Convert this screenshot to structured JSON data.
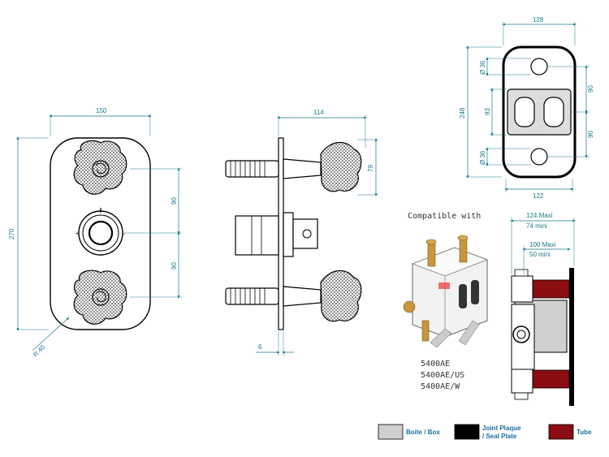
{
  "front_view": {
    "width_label": "150",
    "height_label": "270",
    "spacing_top_label": "90",
    "spacing_bottom_label": "90",
    "radius_label": "R 40"
  },
  "side_view": {
    "depth_label": "114",
    "knob_height_label": "79",
    "plate_thickness_label": "6"
  },
  "plate_view": {
    "width_label": "128",
    "height_label": "248",
    "hole_top_label": "Ø 36",
    "hole_bottom_label": "Ø 36",
    "center_label": "93",
    "spacing_top_label": "90",
    "spacing_bottom_label": "90",
    "bottom_width_label": "122"
  },
  "compatible": {
    "title": "Compatible with",
    "models": [
      "5400AE",
      "5400AE/US",
      "5400AE/W"
    ]
  },
  "box_view": {
    "max_depth_label": "124 Maxi",
    "min_depth_label": "74 mini",
    "max_depth2_label": "100 Maxi",
    "min_depth2_label": "50 mini"
  },
  "legend": [
    {
      "label": "Boite / Box",
      "color": "#cfcfcf"
    },
    {
      "label": "Joint Plaque / Seal Plate",
      "label_line1": "Joint Plaque",
      "label_line2": "/ Seal Plate",
      "color": "#000000"
    },
    {
      "label": "Tube",
      "color": "#8b0d12"
    }
  ],
  "colors": {
    "dimension": "#1a7a8a",
    "line": "#000000"
  }
}
